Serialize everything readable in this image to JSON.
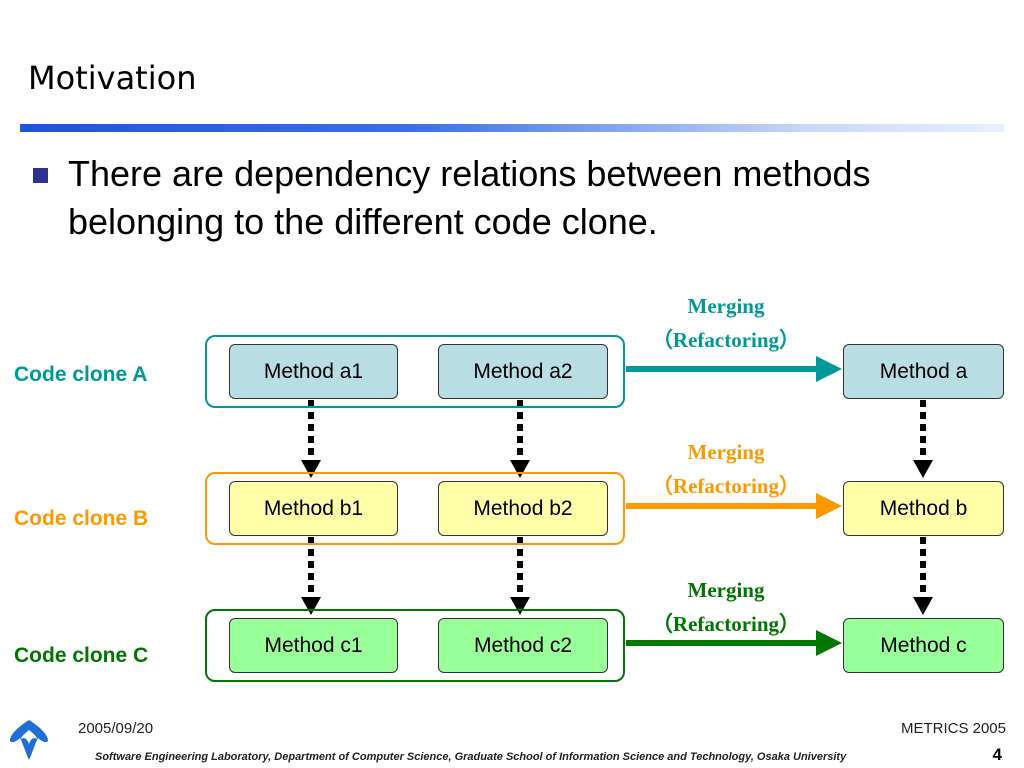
{
  "slide": {
    "title": "Motivation",
    "bullet": "There are dependency relations between methods belonging to the different code clone."
  },
  "diagram": {
    "colors": {
      "clone_a": "#009999",
      "clone_b": "#ff9900",
      "clone_c": "#007700",
      "method_a_fill": "#b8dde3",
      "method_b_fill": "#ffffaa",
      "method_c_fill": "#99ff99",
      "title_blue": "#2e3192"
    },
    "rows": [
      {
        "label": "Code clone A",
        "methods": [
          "Method a1",
          "Method a2"
        ],
        "merged": "Method a",
        "merge_line1": "Merging",
        "merge_line2": "（Refactoring）"
      },
      {
        "label": "Code clone B",
        "methods": [
          "Method b1",
          "Method b2"
        ],
        "merged": "Method b",
        "merge_line1": "Merging",
        "merge_line2": "（Refactoring）"
      },
      {
        "label": "Code clone C",
        "methods": [
          "Method c1",
          "Method c2"
        ],
        "merged": "Method c",
        "merge_line1": "Merging",
        "merge_line2": "（Refactoring）"
      }
    ]
  },
  "footer": {
    "date": "2005/09/20",
    "conference": "METRICS 2005",
    "lab": "Software Engineering Laboratory,  Department of Computer Science,  Graduate School of Information Science and Technology,  Osaka University",
    "page": "4",
    "logo_icon": "osaka-university-logo-icon"
  }
}
